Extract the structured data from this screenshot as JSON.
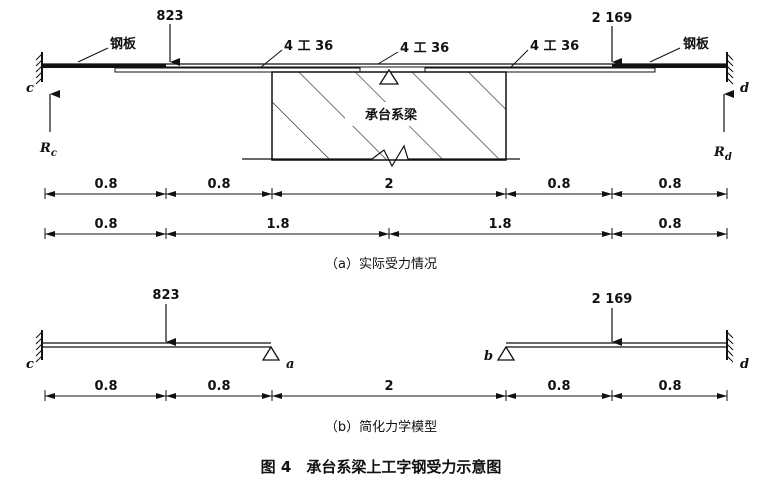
{
  "part_a": {
    "load_left": "823",
    "load_right": "2 169",
    "label_plate_left": "钢板",
    "label_plate_right": "钢板",
    "label_beam_left": "4 工 36",
    "label_beam_center": "4 工 36",
    "label_beam_right": "4 工 36",
    "label_cap_beam": "承台系梁",
    "support_left": "c",
    "support_right": "d",
    "reaction_left": "R",
    "reaction_left_sub": "c",
    "reaction_right": "R",
    "reaction_right_sub": "d",
    "dims_row1": [
      "0.8",
      "0.8",
      "2",
      "0.8",
      "0.8"
    ],
    "dims_row2": [
      "0.8",
      "1.8",
      "1.8",
      "0.8"
    ],
    "caption": "（a）实际受力情况"
  },
  "part_b": {
    "load_left": "823",
    "load_right": "2 169",
    "node_c": "c",
    "node_a": "a",
    "node_b": "b",
    "node_d": "d",
    "dims": [
      "0.8",
      "0.8",
      "2",
      "0.8",
      "0.8"
    ],
    "caption": "（b）简化力学模型"
  },
  "figure_title": "图 4　承台系梁上工字钢受力示意图"
}
